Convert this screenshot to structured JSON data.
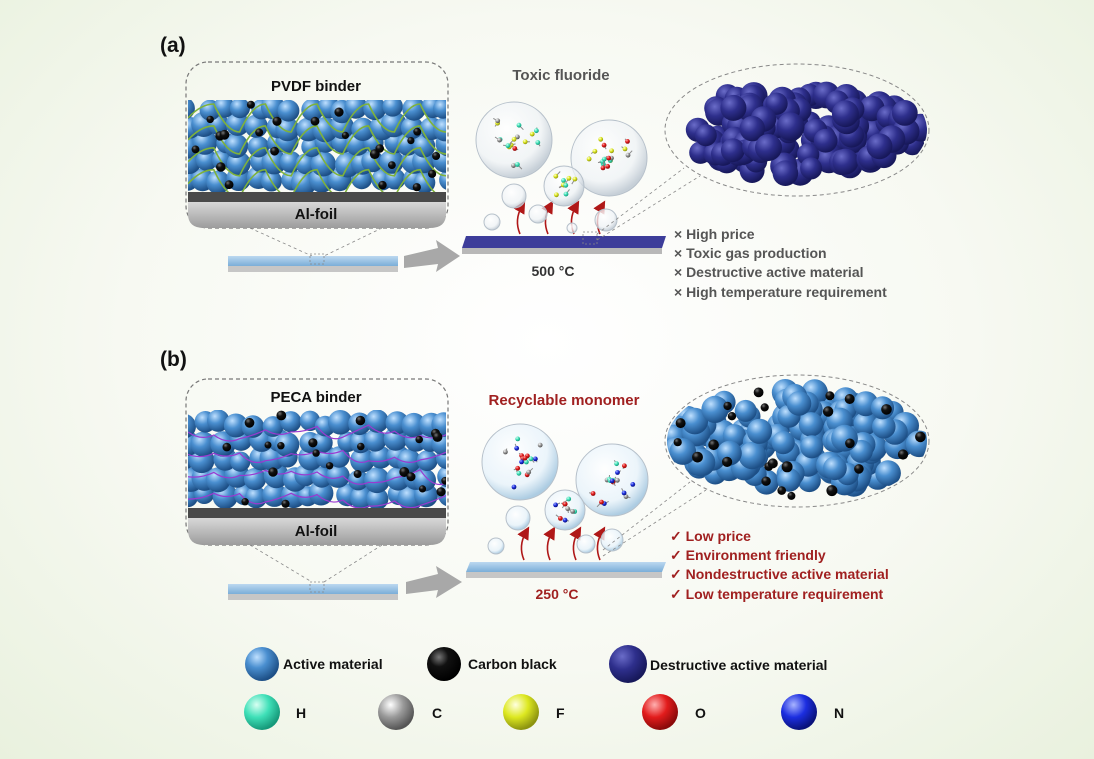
{
  "panel_a": {
    "label": "(a)",
    "binder": "PVDF binder",
    "foil": "Al-foil",
    "gas": "Toxic fluoride",
    "temperature": "500 °C",
    "drawbacks": [
      "× High price",
      "× Toxic gas production",
      "× Destructive active material",
      "× High temperature requirement"
    ]
  },
  "panel_b": {
    "label": "(b)",
    "binder": "PECA binder",
    "foil": "Al-foil",
    "gas": "Recyclable monomer",
    "temperature": "250 °C",
    "benefits": [
      "✓ Low price",
      "✓ Environment friendly",
      "✓ Nondestructive active material",
      "✓ Low temperature requirement"
    ]
  },
  "legend": {
    "row1": [
      {
        "label": "Active material",
        "color": "#4a8fd0"
      },
      {
        "label": "Carbon black",
        "color": "#111111"
      },
      {
        "label": "Destructive active material",
        "color": "#2e2f8c"
      }
    ],
    "row2": [
      {
        "label": "H",
        "color": "#3fe0b8"
      },
      {
        "label": "C",
        "color": "#9a9a9a"
      },
      {
        "label": "F",
        "color": "#dde820"
      },
      {
        "label": "O",
        "color": "#e21c1c"
      },
      {
        "label": "N",
        "color": "#1c2ee0"
      }
    ]
  },
  "colors": {
    "active": "#4a8fd0",
    "carbon": "#111111",
    "destructive": "#2e2f8c",
    "pvdf_chain": "#7fb23a",
    "peca_chain": "#9a3ad0",
    "arrow": "#b01818",
    "bad_text": "#555555",
    "good_text": "#a02020"
  }
}
